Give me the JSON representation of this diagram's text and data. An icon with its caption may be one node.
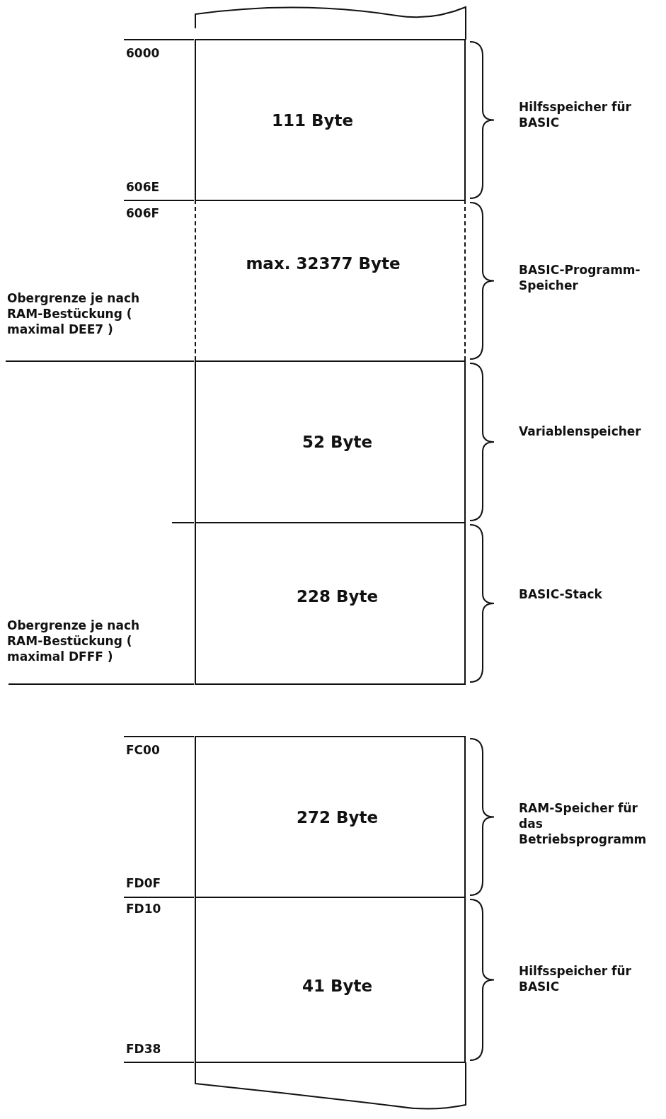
{
  "diagram": {
    "nodes": [
      {
        "text": [
          "111 Byte"
        ]
      },
      {
        "text": [
          "max. 32377 Byte"
        ]
      },
      {
        "text": [
          "52 Byte"
        ]
      },
      {
        "text": [
          "228 Byte"
        ]
      },
      {
        "text": [
          "272 Byte"
        ]
      },
      {
        "text": [
          "41 Byte"
        ]
      }
    ],
    "labels": [
      "6000",
      "Hilfsspeicher für BASIC",
      "606E",
      "606F",
      "BASIC-Programm-Speicher",
      "Obergrenze je nach RAM-Bestückung ( maximal DEE7 )",
      "Variablenspeicher",
      "BASIC-Stack",
      "Obergrenze je nach RAM-Bestückung ( maximal DFFF )",
      "FC00",
      "RAM-Speicher für das Betriebsprogramm",
      "FD0F",
      "FD10",
      "Hilfsspeicher für BASIC",
      "FD38"
    ]
  }
}
